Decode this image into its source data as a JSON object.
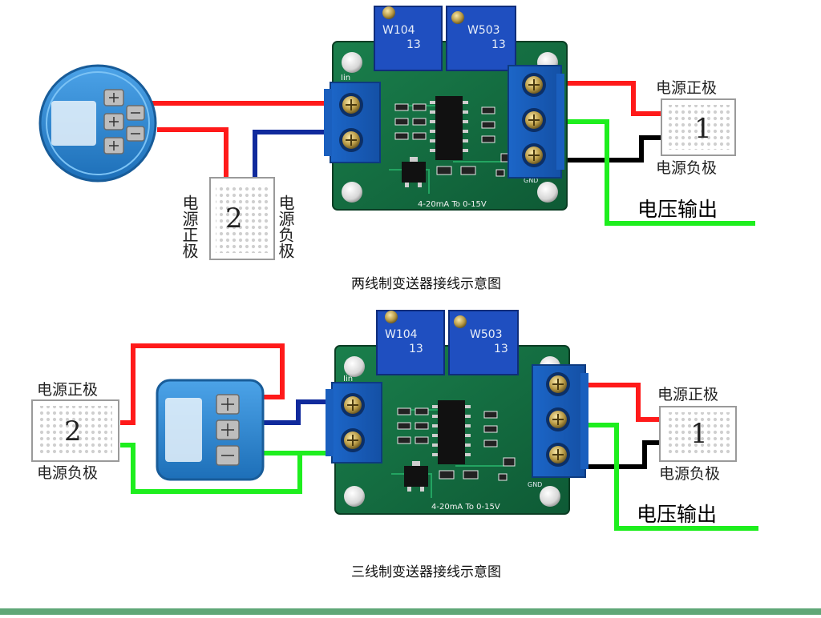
{
  "diagrams": [
    {
      "caption": "两线制变送器接线示意图",
      "supply_1": {
        "number": "1",
        "positive": "电源正极",
        "negative": "电源负极"
      },
      "supply_2": {
        "number": "2",
        "positive": "电源正极",
        "negative": "电源负极"
      },
      "output_label": "电压输出"
    },
    {
      "caption": "三线制变送器接线示意图",
      "supply_1": {
        "number": "1",
        "positive": "电源正极",
        "negative": "电源负极"
      },
      "supply_2": {
        "number": "2",
        "positive": "电源正极",
        "negative": "电源负极"
      },
      "output_label": "电压输出"
    }
  ],
  "board": {
    "pot_left": "W104",
    "pot_right": "W503",
    "pot_sub": "13",
    "input_label": "Iin",
    "range_text": "4-20mA To 0-15V",
    "gnd_label": "GND"
  },
  "wire_colors": {
    "red": "#ff1a1a",
    "blue": "#102a9c",
    "green": "#1eee1e",
    "black": "#000000"
  }
}
